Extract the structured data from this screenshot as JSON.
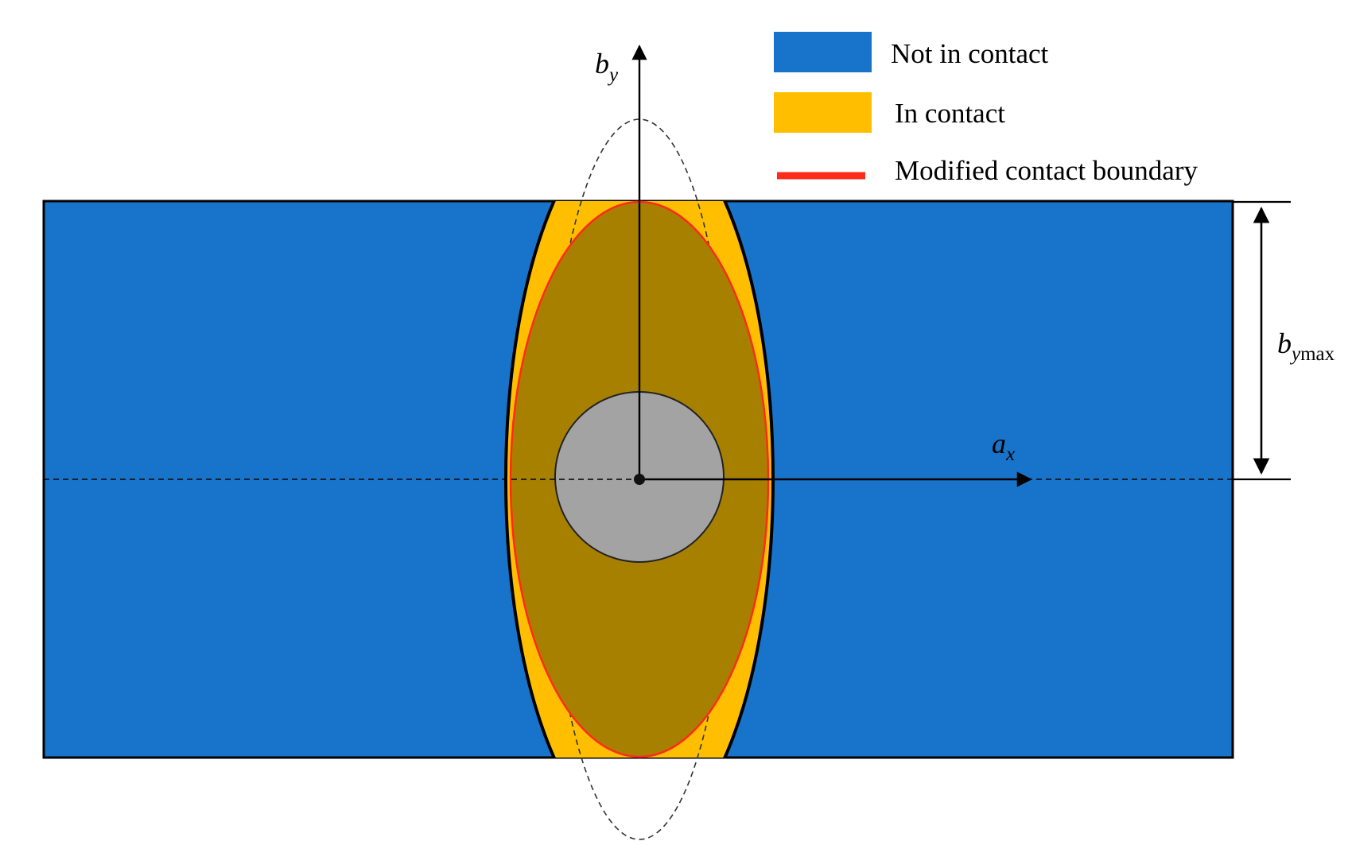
{
  "colors": {
    "not_in_contact": "#1874CA",
    "in_contact": "#FFBF00",
    "modified_region": "#A88000",
    "modified_boundary": "#FF2A1A",
    "inner_circle": "#A3A3A3",
    "line": "#000000"
  },
  "legend": {
    "items": [
      {
        "label": "Not in contact",
        "swatch": "rect",
        "color": "#1874CA"
      },
      {
        "label": "In contact",
        "swatch": "rect",
        "color": "#FFBF00"
      },
      {
        "label": "Modified contact boundary",
        "swatch": "line",
        "color": "#FF2A1A"
      }
    ]
  },
  "labels": {
    "by_main": "b",
    "by_sub": "y",
    "ax_main": "a",
    "ax_sub": "x",
    "bymax_main": "b",
    "bymax_sub_italic": "y",
    "bymax_sub_plain": "max"
  }
}
